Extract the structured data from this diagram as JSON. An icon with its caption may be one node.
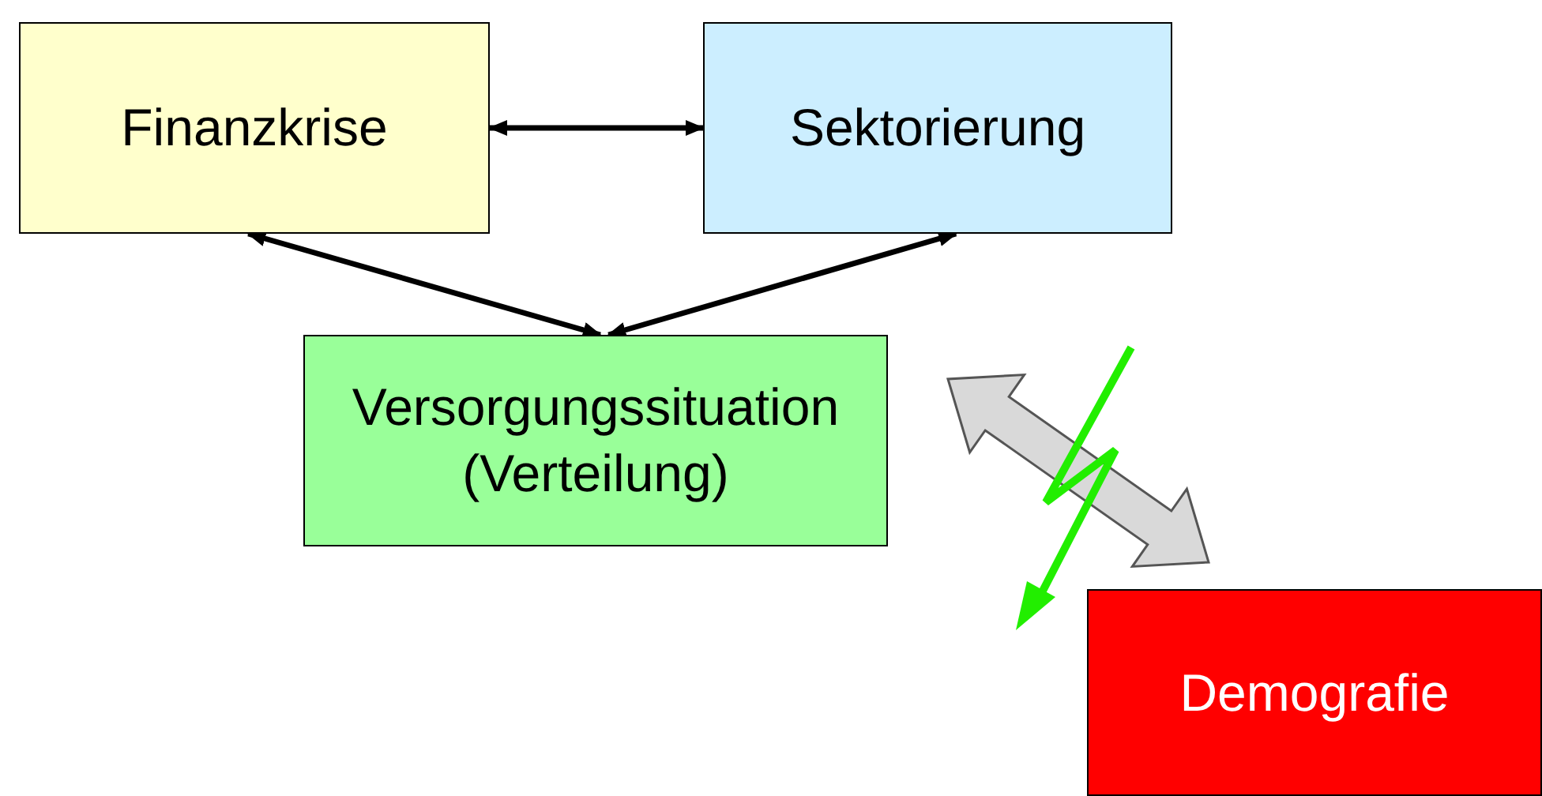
{
  "diagram": {
    "nodes": [
      {
        "text": [
          "Finanzkrise"
        ]
      },
      {
        "text": [
          "Sektorierung"
        ]
      },
      {
        "text": [
          "Versorgungssituation (Verteilung)"
        ]
      },
      {
        "text": [
          "Demografie"
        ]
      }
    ],
    "edges": [
      {
        "from": 0,
        "to": 1,
        "arrow": "both"
      },
      {
        "from": 0,
        "to": 2,
        "arrow": "both"
      },
      {
        "from": 1,
        "to": 2,
        "arrow": "both"
      },
      {
        "from": 2,
        "to": 3,
        "arrow": "both",
        "style": "thick",
        "color": "#d9d9d9"
      }
    ]
  }
}
